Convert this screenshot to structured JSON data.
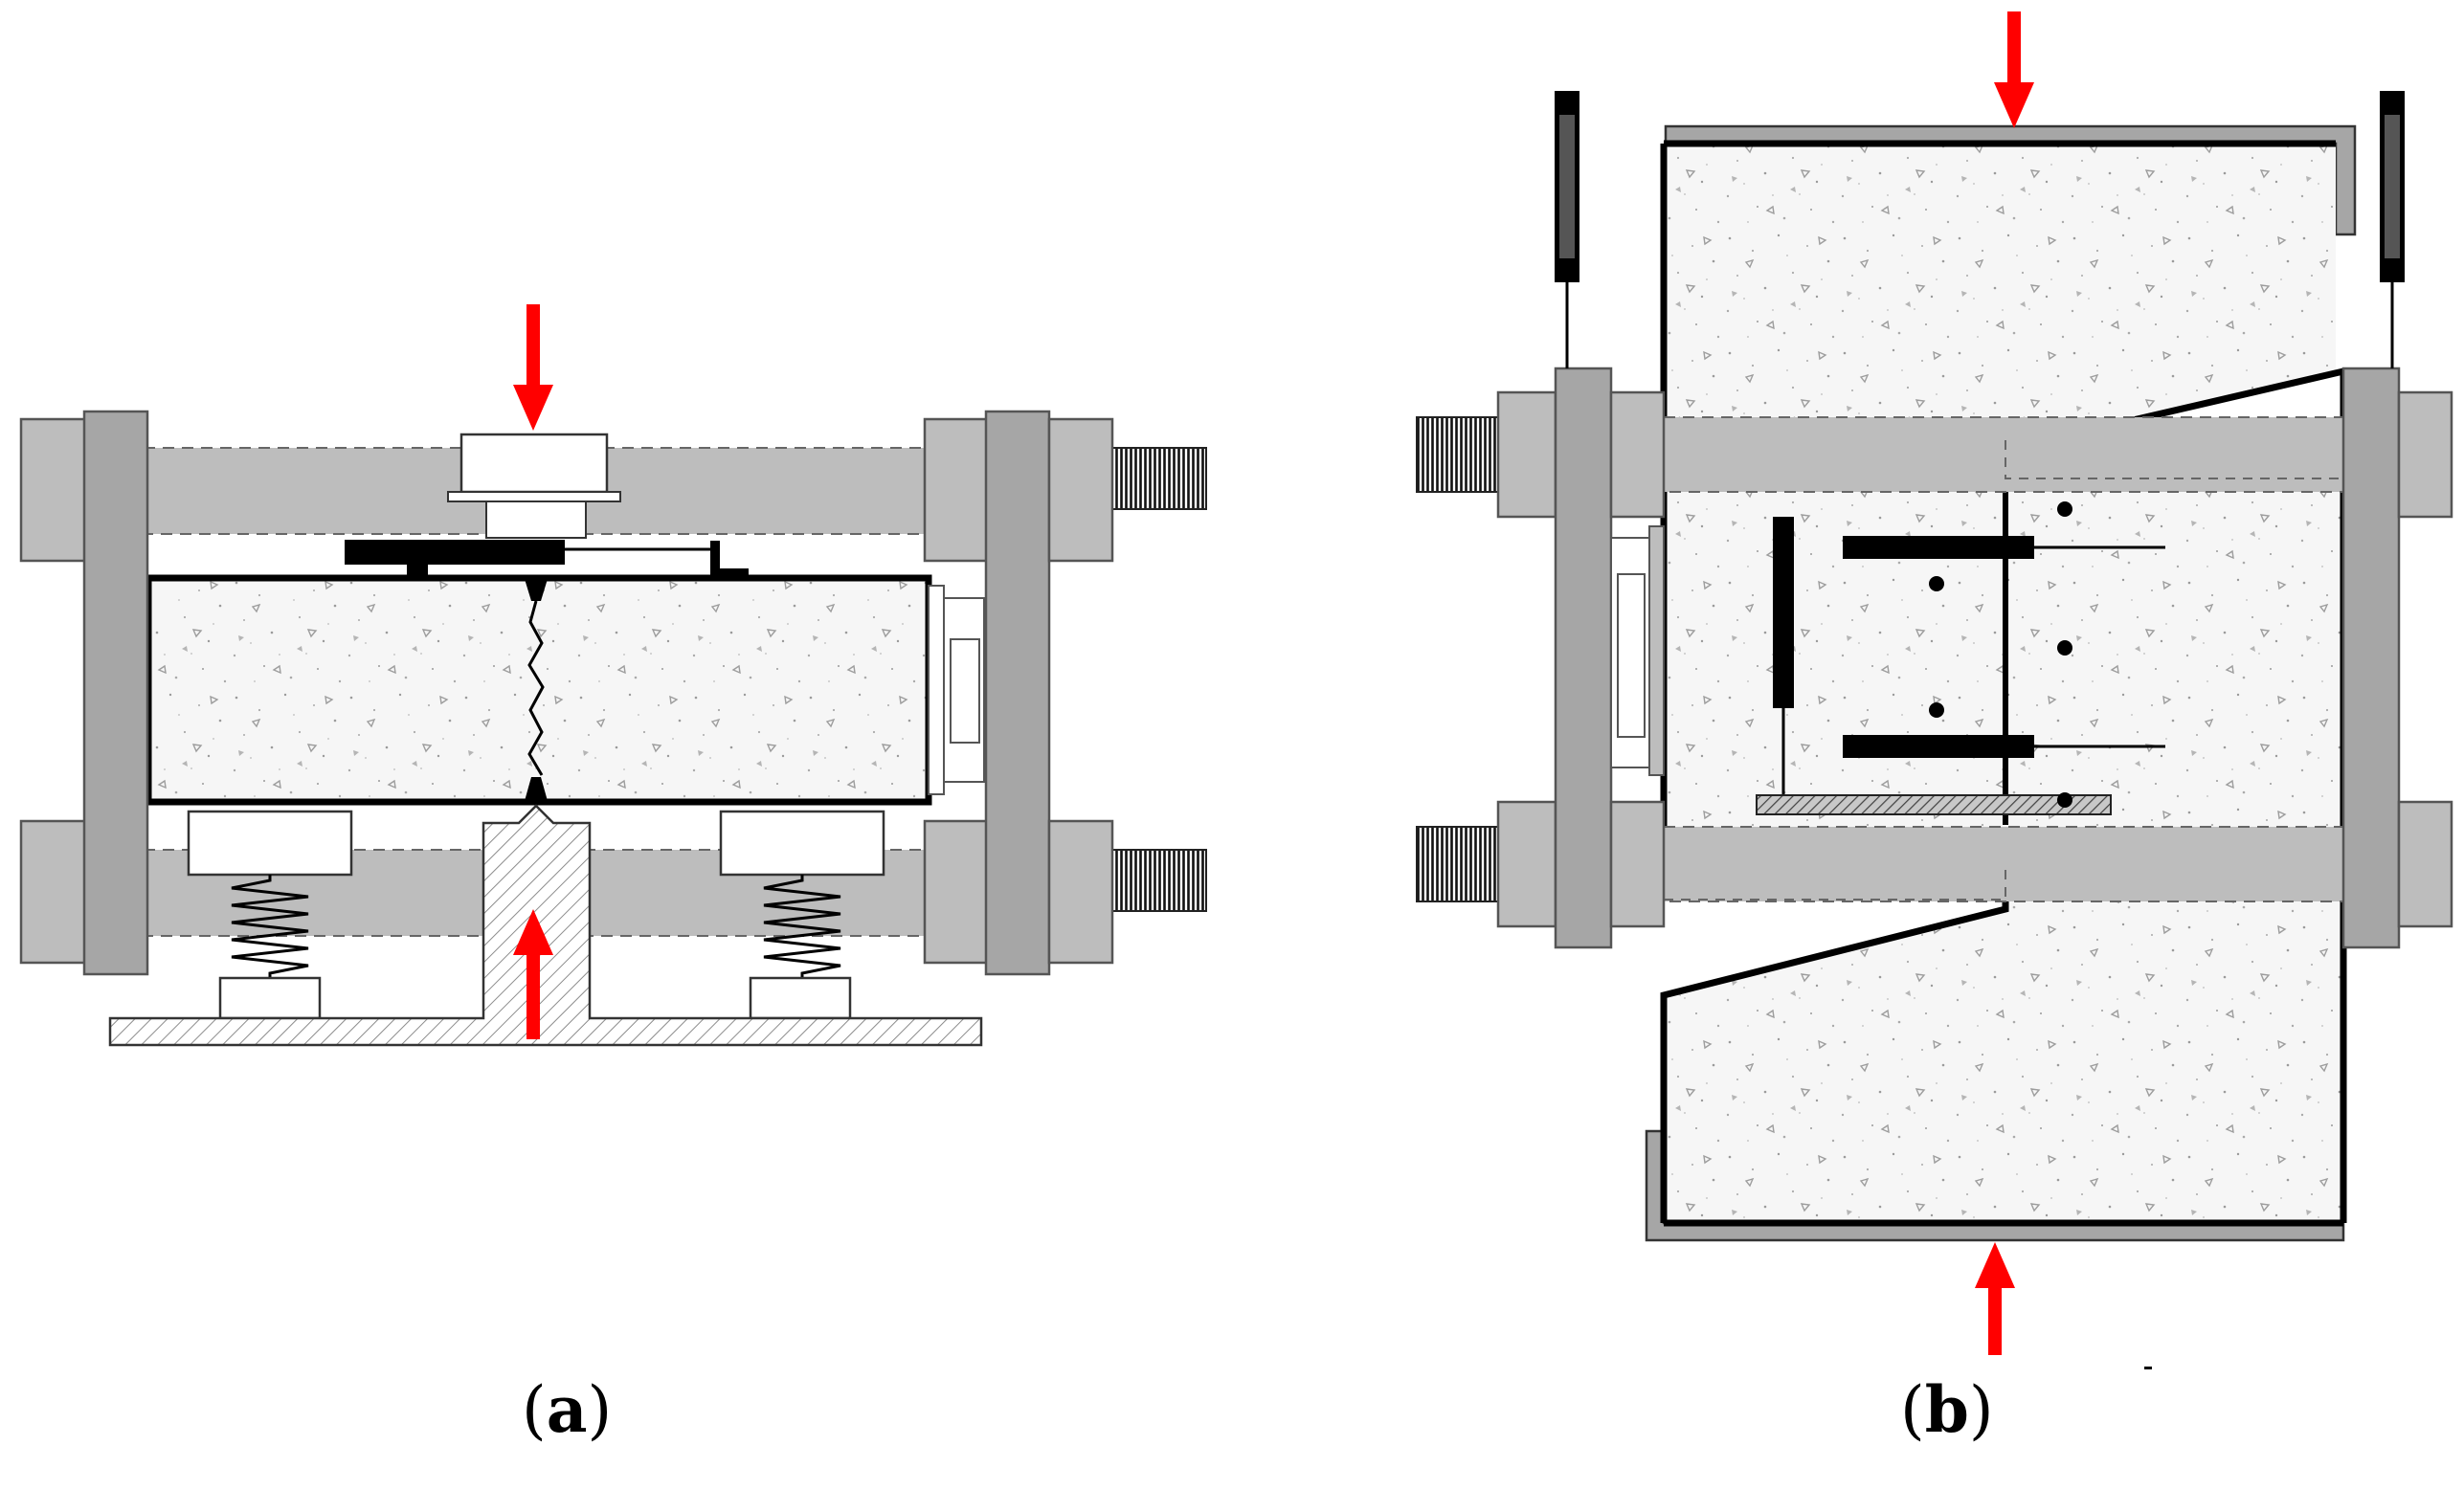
{
  "captions": {
    "a": {
      "open": "(",
      "letter": "a",
      "close": ")"
    },
    "b": {
      "open": "(",
      "letter": "b",
      "close": ")"
    }
  },
  "colors": {
    "rod": "#bdbdbd",
    "steel": "#a6a6a6",
    "plate_edge": "#555555",
    "outline": "#000000",
    "load_arrow": "#ff0000",
    "concrete": "#f4f4f4",
    "hatch": "#8c8c8c"
  },
  "icons": {
    "load": "red-load-arrow",
    "thread": "threaded-bolt-end",
    "spring": "coil-spring"
  }
}
